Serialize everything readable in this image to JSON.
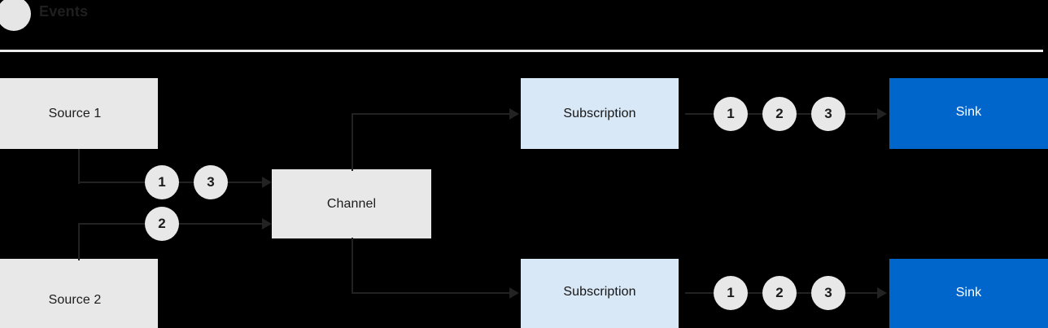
{
  "legend": {
    "marker_icon": "event-dot-icon",
    "label": "Events"
  },
  "nodes": {
    "source1": "Source 1",
    "source2": "Source 2",
    "channel": "Channel",
    "subscription_top": "Subscription",
    "subscription_bottom": "Subscription",
    "sink_top": "Sink",
    "sink_bottom": "Sink"
  },
  "tokens": {
    "source_out_top_a": "1",
    "source_out_top_b": "3",
    "source_out_bottom": "2",
    "sink_in_top": [
      "1",
      "2",
      "3"
    ],
    "sink_in_bottom": [
      "1",
      "2",
      "3"
    ]
  },
  "colors": {
    "background": "#000000",
    "node_grey": "#e8e8e8",
    "node_lightblue": "#d9e8f7",
    "node_blue": "#0066cc",
    "connector": "#222222",
    "divider": "#ececec",
    "token_fill": "#e8e8e8"
  }
}
